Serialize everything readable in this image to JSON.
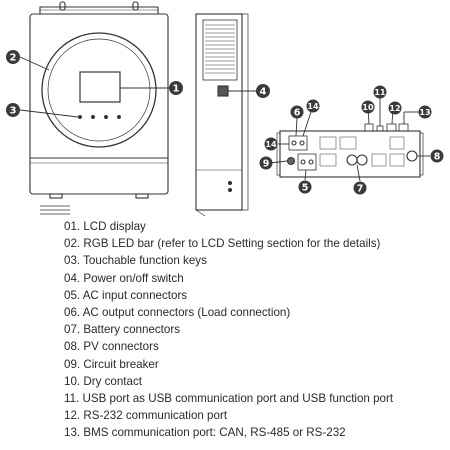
{
  "callouts": [
    "1",
    "2",
    "3",
    "4",
    "6",
    "14",
    "11",
    "10",
    "12",
    "13",
    "14",
    "9",
    "5",
    "7",
    "8"
  ],
  "legend": [
    "01. LCD display",
    "02. RGB LED bar (refer to LCD Setting section for the details)",
    "03. Touchable function keys",
    "04. Power on/off switch",
    "05. AC input connectors",
    "06. AC output connectors (Load connection)",
    "07. Battery connectors",
    "08. PV connectors",
    "09. Circuit breaker",
    "10. Dry contact",
    "11. USB port as USB communication port and USB function port",
    "12. RS-232 communication port",
    "13. BMS communication port: CAN, RS-485 or RS-232"
  ]
}
